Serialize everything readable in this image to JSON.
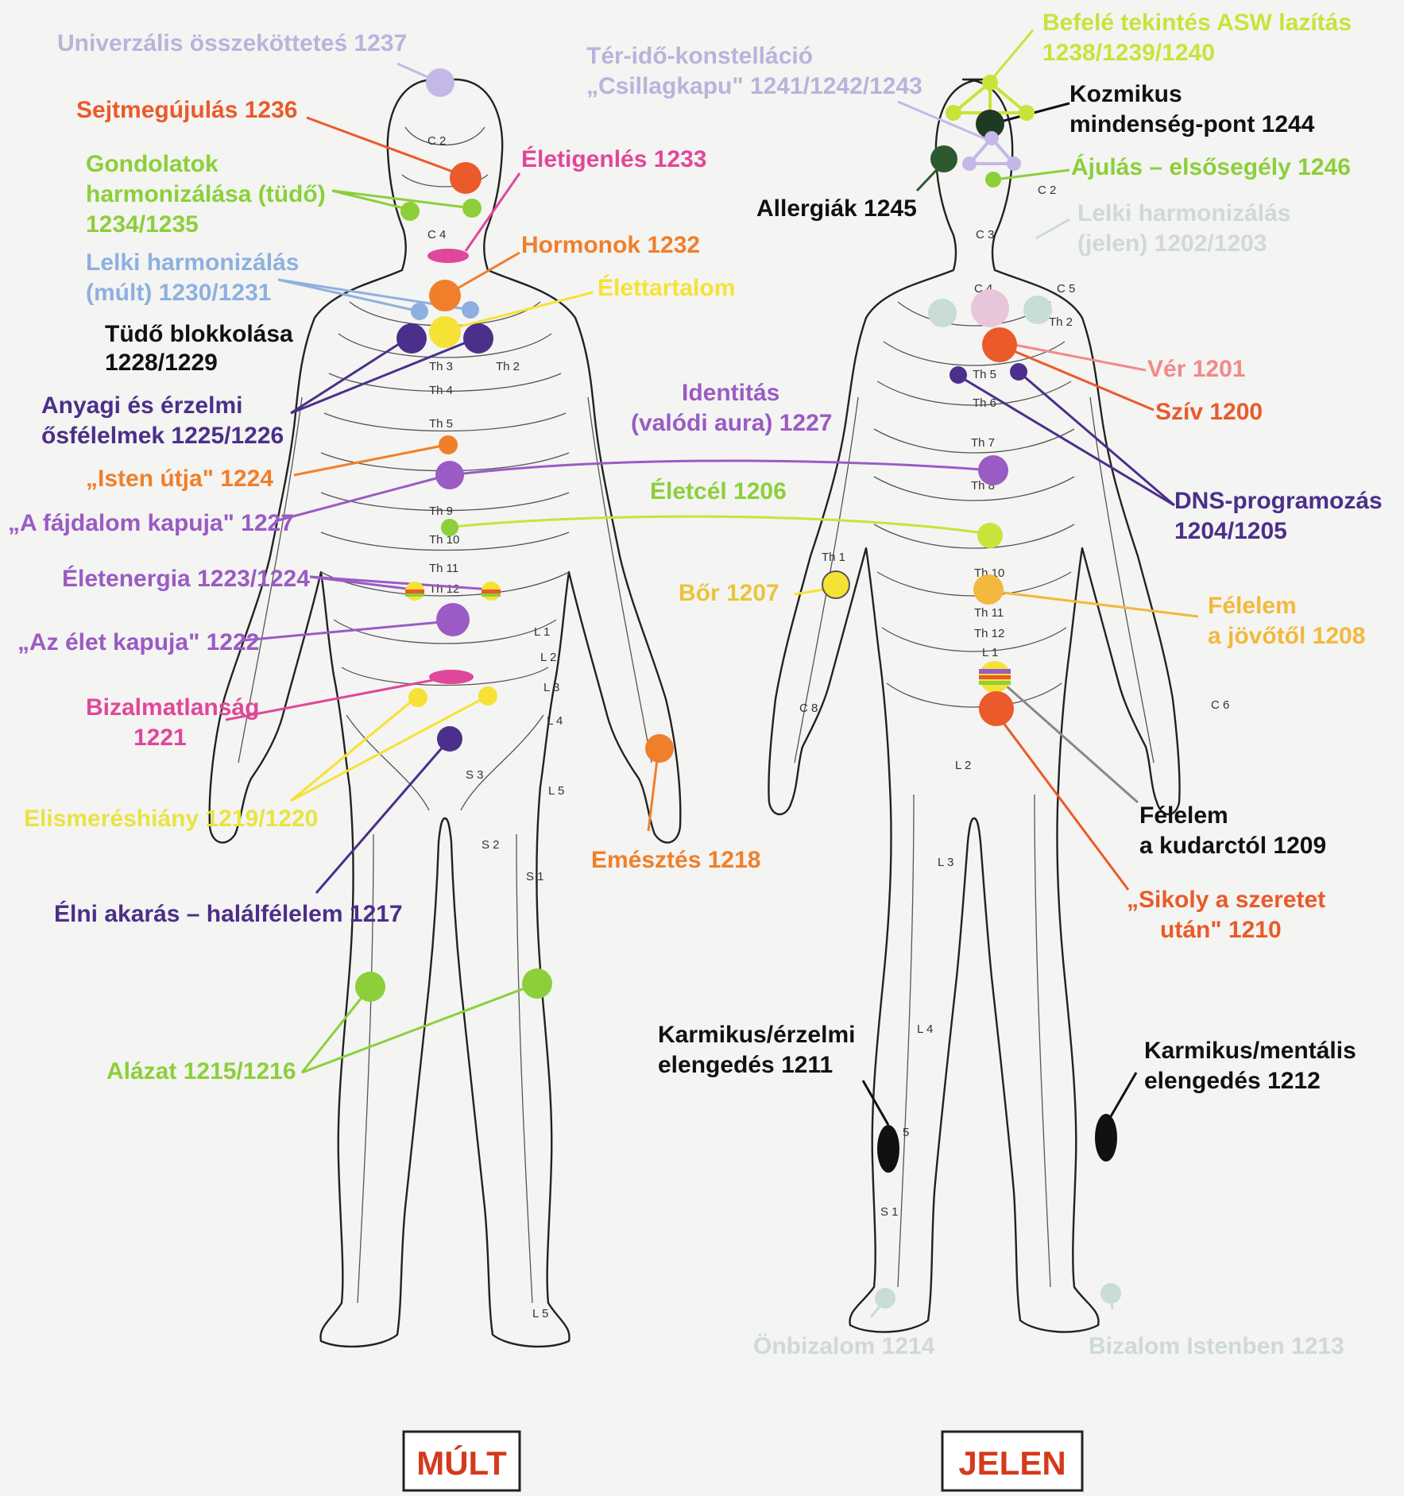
{
  "panels": {
    "left_title": "MÚLT",
    "right_title": "JELEN"
  },
  "left": {
    "l1237": "Univerzális összekötteteś 1237",
    "l1236": "Sejtmegújulás 1236",
    "l1233": "Életigenlés 1233",
    "l1234a": "Gondolatok",
    "l1234b": "harmonizálása (tüdő)",
    "l1234c": "1234/1235",
    "l1232": "Hormonok 1232",
    "l1230a": "Lelki harmonizálás",
    "l1230b": "(múlt) 1230/1231",
    "lelet": "Élettartalom",
    "l1228a": "Tüdő blokkolása",
    "l1228b": "1228/1229",
    "l1225a": "Anyagi és érzelmi",
    "l1225b": "ősfélelmek 1225/1226",
    "l1224": "„Isten útja\" 1224",
    "l1227": "„A fájdalom kapuja\" 1227",
    "l1223": "Életenergia 1223/1224",
    "l1222": "„Az élet kapuja\" 1222",
    "l1221a": "Bizalmatlanság",
    "l1221b": "1221",
    "l1219": "Elismeréshiány 1219/1220",
    "l1218": "Emésztés 1218",
    "l1217": "Élni akarás – halálfélelem 1217",
    "l1215": "Alázat 1215/1216"
  },
  "center": {
    "l1241a": "Tér-idő-konstelláció",
    "l1241b": "„Csillagkapu\" 1241/1242/1243",
    "l1227b_a": "Identitás",
    "l1227b_b": "(valódi aura) 1227",
    "l1206": "Életcél 1206",
    "l1207": "Bőr 1207",
    "l1245": "Allergiák 1245",
    "l1211a": "Karmikus/érzelmi",
    "l1211b": "elengedés 1211",
    "l1214": "Önbizalom 1214"
  },
  "right": {
    "l1238a": "Befelé tekintés ASW lazítás",
    "l1238b": "1238/1239/1240",
    "l1244a": "Kozmikus",
    "l1244b": "mindenség-pont 1244",
    "l1246": "Ájulás – elsősegély 1246",
    "l1202a": "Lelki harmonizálás",
    "l1202b": "(jelen) 1202/1203",
    "l1201": "Vér 1201",
    "l1200": "Szív 1200",
    "l1204a": "DNS-programozás",
    "l1204b": "1204/1205",
    "l1208a": "Félelem",
    "l1208b": "a jövőtől 1208",
    "l1209a": "Félelem",
    "l1209b": "a kudarctól 1209",
    "l1210a": "„Sikoly a szeretet",
    "l1210b": "után\" 1210",
    "l1212a": "Karmikus/mentális",
    "l1212b": "elengedés 1212",
    "l1213": "Bizalom Istenben 1213"
  },
  "vertebra": {
    "left": [
      "C 2",
      "C 4",
      "Th 3",
      "Th 2",
      "Th 4",
      "Th 5",
      "Th 9",
      "Th 10",
      "Th 11",
      "Th 12",
      "L 1",
      "L 2",
      "L 3",
      "L 4",
      "L 5",
      "S 2",
      "S 1",
      "S 3",
      "L 5"
    ],
    "right": [
      "C 2",
      "C 3",
      "C 5",
      "C 4",
      "Th 2",
      "Th 5",
      "Th 6",
      "Th 7",
      "Th 8",
      "Th 10",
      "Th 11",
      "Th 12",
      "L 1",
      "Th 1",
      "C 8",
      "C 6",
      "L 2",
      "L 3",
      "L 4",
      "5",
      "S 1"
    ]
  },
  "colors": {
    "orange": "#f07f2b",
    "red_orange": "#ea5a2a",
    "green": "#8ccf3a",
    "yellow_green": "#c9e33a",
    "purple": "#9a5bc4",
    "dark_purple": "#4b2f8a",
    "magenta": "#e0479a",
    "light_blue": "#8db0e0",
    "lavender": "#c4b8e8",
    "yellow": "#f6e234",
    "pale": "#c8dcd8",
    "pink": "#e7c6dc",
    "dark_green": "#2c5a2e",
    "black": "#111111",
    "gold": "#f2b93c",
    "salmon": "#f08a8a"
  }
}
